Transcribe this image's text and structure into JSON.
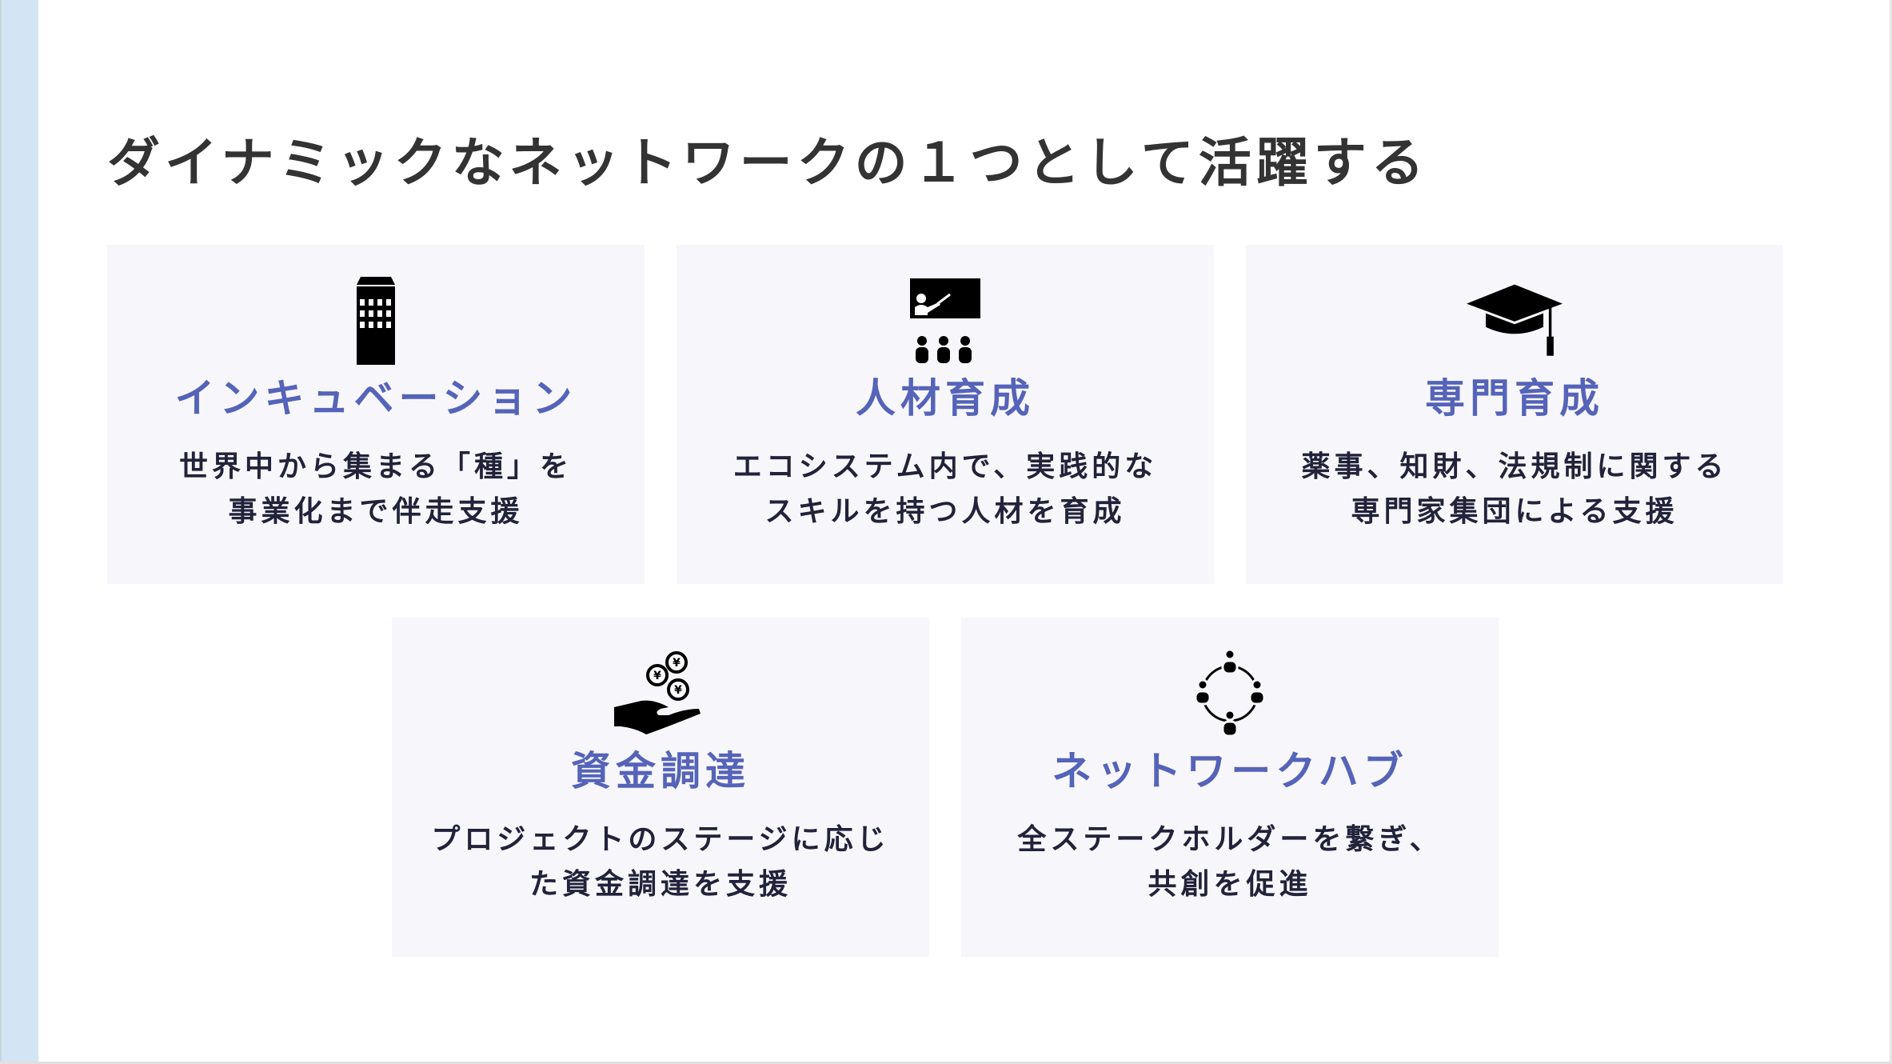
{
  "title": "ダイナミックなネットワークの１つとして活躍する",
  "accent_color": "#5563b8",
  "cards": [
    {
      "icon": "building-icon",
      "title": "インキュベーション",
      "lines": [
        "世界中から集まる「種」を",
        "事業化まで伴走支援"
      ]
    },
    {
      "icon": "teacher-classroom-icon",
      "title": "人材育成",
      "lines": [
        "エコシステム内で、実践的な",
        "スキルを持つ人材を育成"
      ]
    },
    {
      "icon": "graduation-cap-icon",
      "title": "専門育成",
      "lines": [
        "薬事、知財、法規制に関する",
        "専門家集団による支援"
      ]
    },
    {
      "icon": "yen-coins-hand-icon",
      "title": "資金調達",
      "lines": [
        "プロジェクトのステージに応じ",
        "た資金調達を支援"
      ]
    },
    {
      "icon": "people-network-icon",
      "title": "ネットワークハブ",
      "lines": [
        "全ステークホルダーを繋ぎ、",
        "共創を促進"
      ]
    }
  ]
}
